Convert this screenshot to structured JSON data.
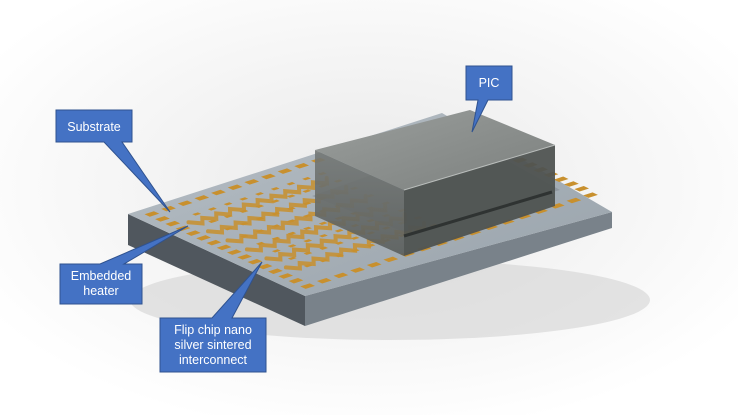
{
  "callouts": {
    "substrate": "Substrate",
    "pic": "PIC",
    "heater_line1": "Embedded",
    "heater_line2": "heater",
    "flipchip_line1": "Flip chip nano",
    "flipchip_line2": "silver sintered",
    "flipchip_line3": "interconnect"
  },
  "colors": {
    "callout_fill": "#4472c4",
    "callout_stroke": "#2f528f",
    "substrate_top": "#a7b0b8",
    "substrate_front": "#545b62",
    "substrate_side": "#7a838b",
    "pad_gold": "#c8902e",
    "pic_top": "#8d918f",
    "pic_front": "#626664",
    "pic_side": "#4e5250"
  }
}
